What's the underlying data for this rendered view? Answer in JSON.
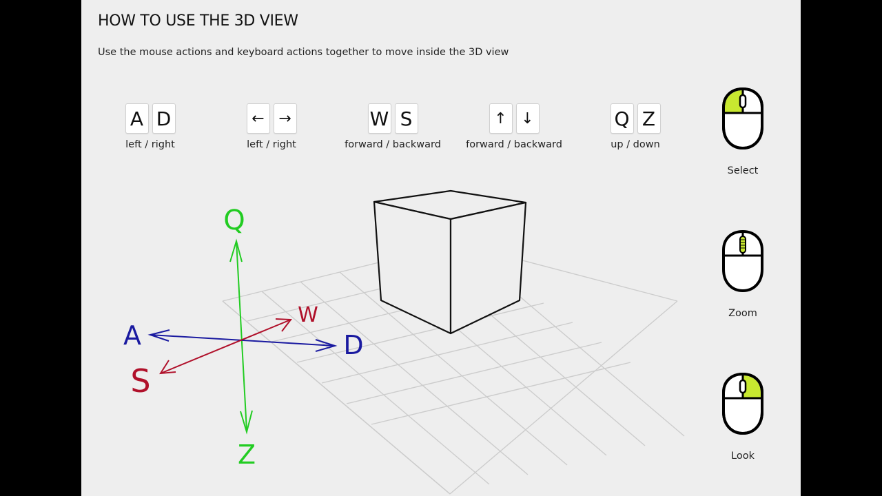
{
  "header": {
    "title": "HOW TO USE THE 3D VIEW",
    "subtitle": "Use the mouse actions and keyboard actions together to move inside the 3D view"
  },
  "key_groups": [
    {
      "keys": [
        "A",
        "D"
      ],
      "label": "left / right"
    },
    {
      "keys": [
        "←",
        "→"
      ],
      "label": "left / right"
    },
    {
      "keys": [
        "W",
        "S"
      ],
      "label": "forward / backward"
    },
    {
      "keys": [
        "↑",
        "↓"
      ],
      "label": "forward / backward"
    },
    {
      "keys": [
        "Q",
        "Z"
      ],
      "label": "up / down"
    }
  ],
  "mouse_actions": [
    {
      "label": "Select",
      "highlight": "left-button"
    },
    {
      "label": "Zoom",
      "highlight": "scroll-wheel"
    },
    {
      "label": "Look",
      "highlight": "right-button"
    }
  ],
  "axes": {
    "up": "Q",
    "down": "Z",
    "left": "A",
    "right": "D",
    "forward": "W",
    "backward": "S"
  },
  "colors": {
    "panel_bg": "#eeeeee",
    "outer_bg": "#000000",
    "up_down_axis": "#22cc22",
    "left_right_axis": "#1a1aa0",
    "forward_back_axis": "#b0102a",
    "mouse_highlight": "#c8e830",
    "grid": "#cccccc"
  }
}
